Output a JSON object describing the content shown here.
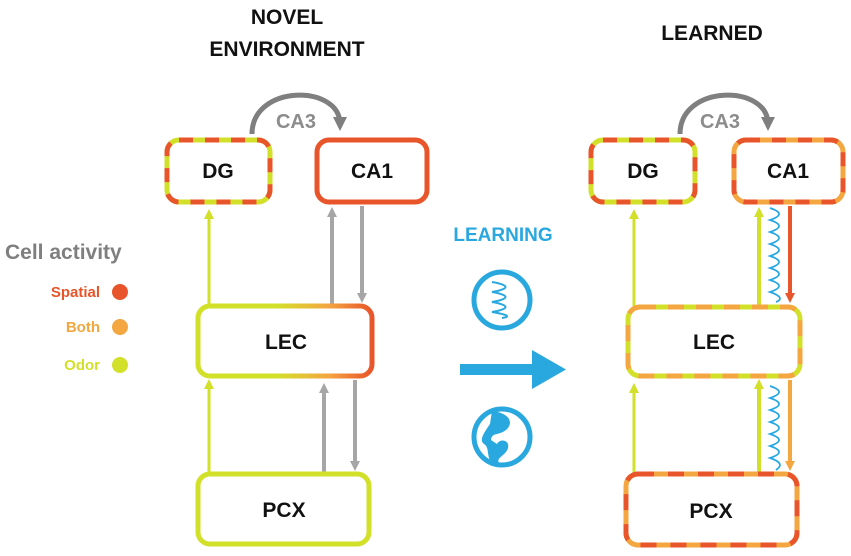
{
  "colors": {
    "spatial": "#e8552a",
    "both": "#f4a640",
    "odor": "#d2e02a",
    "gray": "#a6a6a6",
    "loop": "#7f7f7f",
    "blue": "#29a8df",
    "text": "#111111"
  },
  "titles": {
    "novel_line1": "NOVEL",
    "novel_line2": "ENVIRONMENT",
    "learned": "LEARNED"
  },
  "legend": {
    "title": "Cell activity",
    "items": [
      {
        "label": "Spatial",
        "color": "#e8552a"
      },
      {
        "label": "Both",
        "color": "#f4a640"
      },
      {
        "label": "Odor",
        "color": "#d2e02a"
      }
    ]
  },
  "novel": {
    "dg": "DG",
    "ca1": "CA1",
    "ca3": "CA3",
    "lec": "LEC",
    "pcx": "PCX"
  },
  "learned": {
    "dg": "DG",
    "ca1": "CA1",
    "ca3": "CA3",
    "lec": "LEC",
    "pcx": "PCX"
  },
  "middle": {
    "learning": "LEARNING",
    "icons": [
      "oscillation-icon",
      "synapse-icon"
    ]
  }
}
